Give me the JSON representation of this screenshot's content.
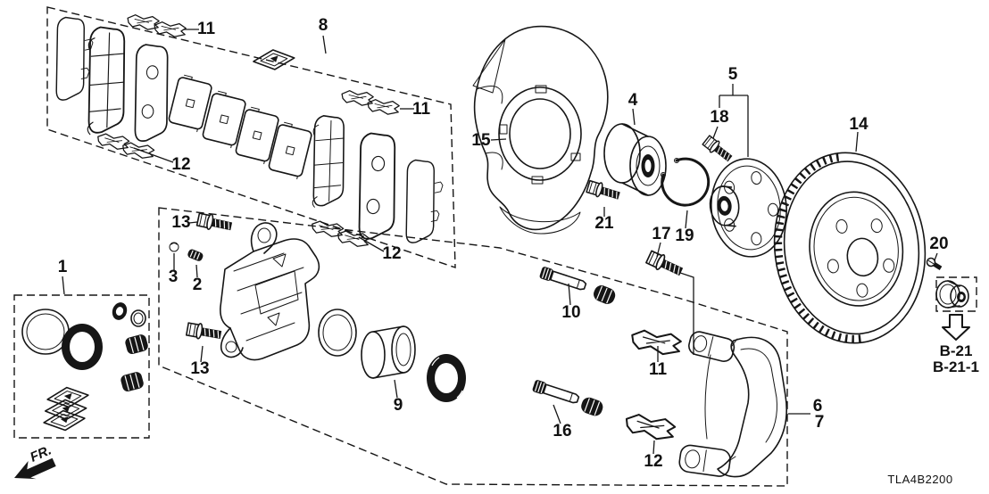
{
  "diagram": {
    "drawing_code": "TLA4B2200",
    "front_marker": "FR.",
    "ink_color": "#161616",
    "paper_color": "#ffffff"
  },
  "references": {
    "b21": "B-21",
    "b21_1": "B-21-1"
  },
  "callouts": {
    "c1": "1",
    "c2": "2",
    "c3": "3",
    "c4": "4",
    "c5": "5",
    "c6": "6",
    "c7": "7",
    "c8": "8",
    "c9": "9",
    "c10": "10",
    "c11": "11",
    "c12": "12",
    "c13": "13",
    "c14": "14",
    "c15": "15",
    "c16": "16",
    "c17": "17",
    "c18": "18",
    "c19": "19",
    "c20": "20",
    "c21": "21"
  }
}
